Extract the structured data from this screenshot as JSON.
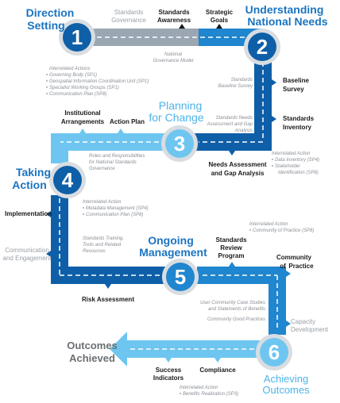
{
  "colors": {
    "dark_blue": "#0e5fa8",
    "mid_blue": "#1f86cf",
    "light_blue": "#6ec6f0",
    "grey": "#9aa6b2",
    "text_dark": "#1a1a1a",
    "text_italic": "#8a8f96",
    "title_dark": "#1b74c0",
    "title_light": "#4db3e8",
    "outcome_grey": "#6b6f73"
  },
  "phases": [
    {
      "number": "1",
      "title_line1": "Direction",
      "title_line2": "Setting"
    },
    {
      "number": "2",
      "title_line1": "Understanding",
      "title_line2": "National Needs"
    },
    {
      "number": "3",
      "title_line1": "Planning",
      "title_line2": "for Change"
    },
    {
      "number": "4",
      "title_line1": "Taking",
      "title_line2": "Action"
    },
    {
      "number": "5",
      "title_line1": "Ongoing",
      "title_line2": "Management"
    },
    {
      "number": "6",
      "title_line1": "Achieving",
      "title_line2": "Outcomes"
    }
  ],
  "outputs": {
    "standards_governance": [
      "Standards",
      "Governance"
    ],
    "standards_awareness": [
      "Standards",
      "Awareness"
    ],
    "strategic_goals": [
      "Strategic",
      "Goals"
    ],
    "national_governance_model": [
      "National",
      "Governance Model"
    ],
    "baseline_survey_italic": [
      "Standards",
      "Baseline Survey"
    ],
    "baseline_survey": [
      "Baseline",
      "Survey"
    ],
    "standards_inventory": [
      "Standards",
      "Inventory"
    ],
    "needs_assessment_italic": [
      "Standards Needs",
      "Assessment and Gap",
      "Analysis"
    ],
    "needs_assessment": [
      "Needs Assessment",
      "and Gap Analysis"
    ],
    "institutional_arrangements": [
      "Institutional",
      "Arrangements"
    ],
    "action_plan": [
      "Action Plan"
    ],
    "roles_responsibilities": [
      "Roles and Responsibilities",
      "for National Standards",
      "Governance"
    ],
    "implementation": [
      "Implementation"
    ],
    "communication_engagement": [
      "Communication",
      "and Engagement"
    ],
    "standards_training": [
      "Standards Training,",
      "Tools and Related",
      "Resources"
    ],
    "risk_assessment": [
      "Risk Assessment"
    ],
    "standards_review_program": [
      "Standards",
      "Review",
      "Program"
    ],
    "community_of_practice": [
      "Community",
      "of",
      "Practice"
    ],
    "user_community_case_studies": [
      "User Community Case Studies",
      "and Statements of Benefits"
    ],
    "community_good_practices": [
      "Community Good Practices"
    ],
    "capacity_development": [
      "Capacity",
      "Development"
    ],
    "success_indicators": [
      "Success",
      "Indicators"
    ],
    "compliance": [
      "Compliance"
    ],
    "outcomes_achieved": [
      "Outcomes",
      "Achieved"
    ]
  },
  "interrelated": {
    "phase1": {
      "heading": "Interrelated Actions",
      "items": [
        "Governing Body (SP1)",
        "Geospatial Information Coordination Unit (SP1)",
        "Specialist Working Groups (SP1)",
        "Communication Plan (SP8)"
      ]
    },
    "phase2": {
      "heading": "Interrelated Action",
      "items": [
        "Data Inventory (SP4)",
        "Stakeholder",
        "Identification (SP8)"
      ]
    },
    "phase4": {
      "heading": "Interrelated Action",
      "items": [
        "Metadata Management (SP4)",
        "Communication Plan (SP8)"
      ]
    },
    "phase5": {
      "heading": "Interrelated Action",
      "items": [
        "Community of Practice (SP8)"
      ]
    },
    "phase6": {
      "heading": "Interrelated Action",
      "items": [
        "Benefits Realization (SP3)"
      ]
    }
  }
}
